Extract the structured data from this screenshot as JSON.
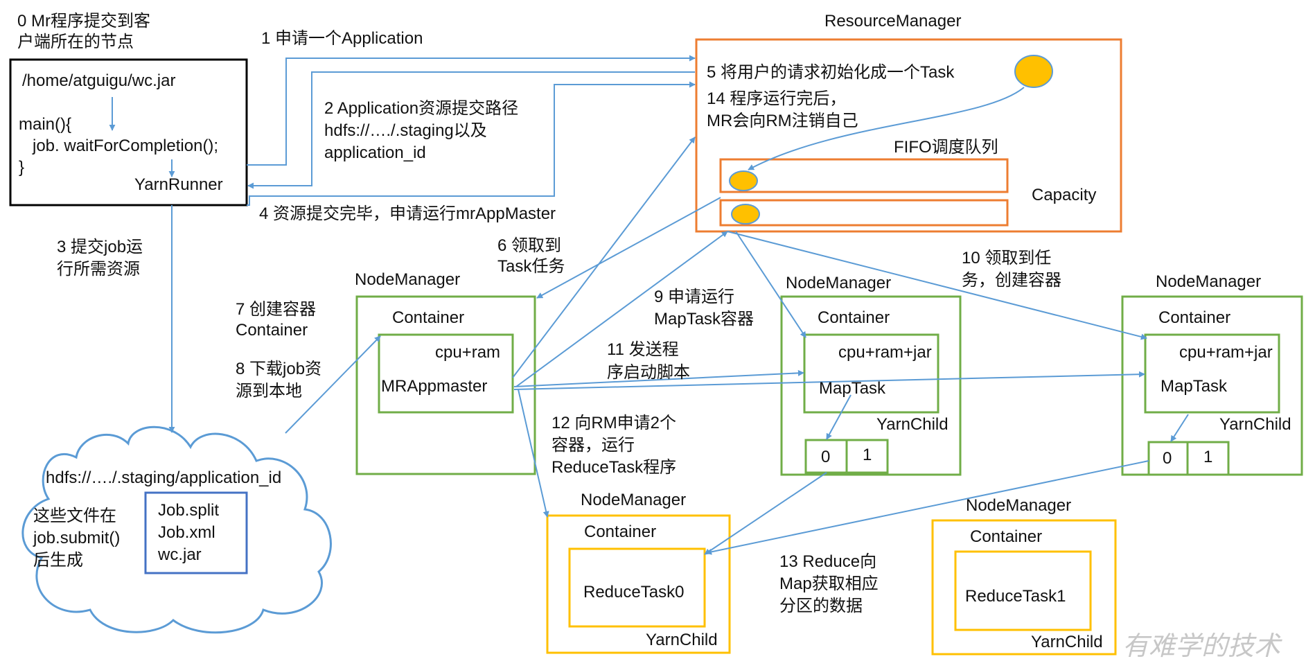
{
  "colors": {
    "arrow": "#5b9bd5",
    "rm_border": "#ed7d31",
    "nm_green": "#70ad47",
    "nm_yellow": "#ffc000",
    "cloud_border": "#5b9bd5",
    "file_box": "#4472c4",
    "task_dot": "#ffc000",
    "client_border": "#000000"
  },
  "client": {
    "caption_line1": "0 Mr程序提交到客",
    "caption_line2": "户端所在的节点",
    "path": "/home/atguigu/wc.jar",
    "code_line1": "main(){",
    "code_line2": "job. waitForCompletion();",
    "code_line3": "}",
    "runner": "YarnRunner"
  },
  "steps": {
    "s1": "1 申请一个Application",
    "s2_line1": "2 Application资源提交路径",
    "s2_line2": "hdfs://…./.staging以及",
    "s2_line3": "application_id",
    "s3_line1": "3 提交job运",
    "s3_line2": "行所需资源",
    "s4": "4 资源提交完毕，申请运行mrAppMaster",
    "s5": "5 将用户的请求初始化成一个Task",
    "s6_line1": "6 领取到",
    "s6_line2": "Task任务",
    "s7_line1": "7 创建容器",
    "s7_line2": "Container",
    "s8_line1": "8 下载job资",
    "s8_line2": "源到本地",
    "s9_line1": "9 申请运行",
    "s9_line2": "MapTask容器",
    "s10_line1": "10 领取到任",
    "s10_line2": "务，创建容器",
    "s11_line1": "11 发送程",
    "s11_line2": "序启动脚本",
    "s12_line1": "12 向RM申请2个",
    "s12_line2": "容器，运行",
    "s12_line3": "ReduceTask程序",
    "s13_line1": "13 Reduce向",
    "s13_line2": "Map获取相应",
    "s13_line3": "分区的数据",
    "s14_line1": "14 程序运行完后，",
    "s14_line2": "MR会向RM注销自己"
  },
  "resource_manager": {
    "title": "ResourceManager",
    "queue_label": "FIFO调度队列",
    "capacity": "Capacity"
  },
  "hdfs": {
    "path": "hdfs://…./.staging/application_id",
    "note_line1": "这些文件在",
    "note_line2": "job.submit()",
    "note_line3": "后生成",
    "files": [
      "Job.split",
      "Job.xml",
      "wc.jar"
    ]
  },
  "nodes": {
    "node_title": "NodeManager",
    "container": "Container",
    "am_resources": "cpu+ram",
    "app_master": "MRAppmaster",
    "map_resources": "cpu+ram+jar",
    "map_task": "MapTask",
    "yarn_child": "YarnChild",
    "partition0": "0",
    "partition1": "1",
    "reduce0": "ReduceTask0",
    "reduce1": "ReduceTask1"
  },
  "watermark": "有难学的技术"
}
